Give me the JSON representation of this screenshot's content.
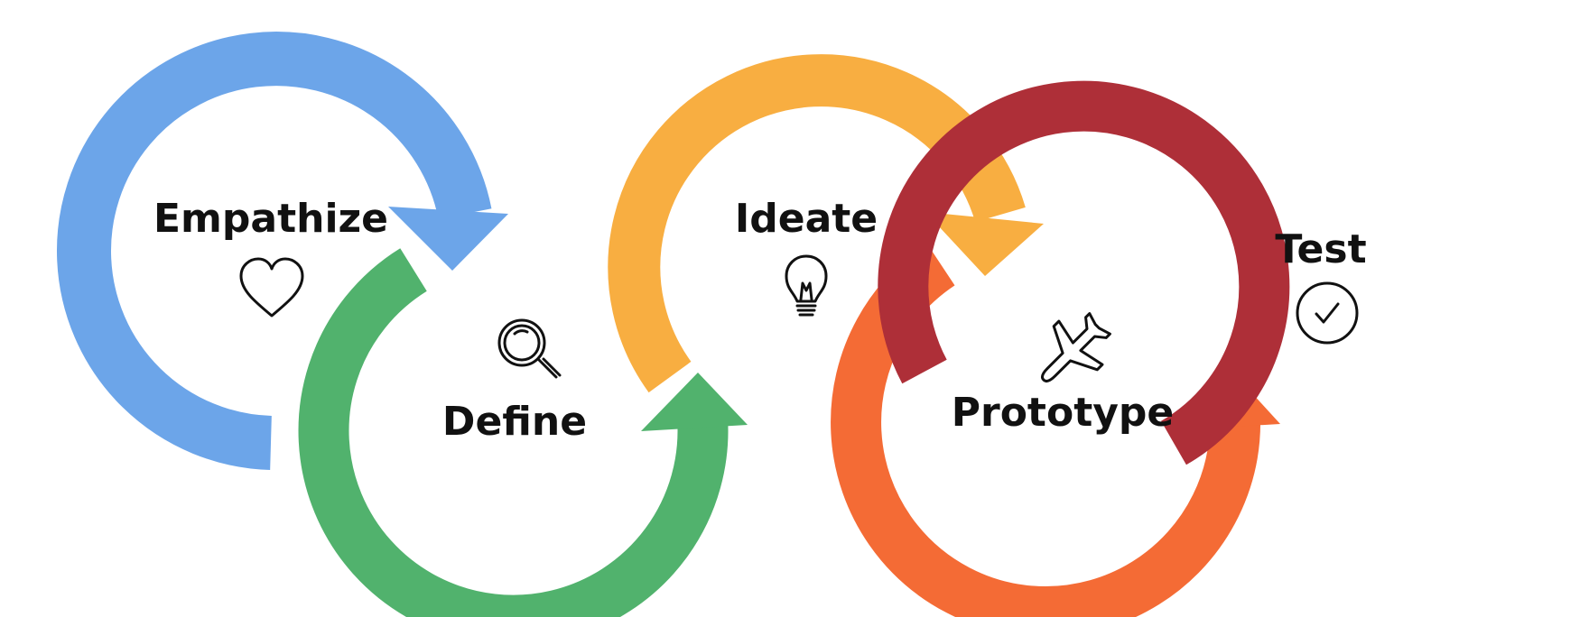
{
  "stages": [
    {
      "id": "empathize",
      "label": "Empathize",
      "icon": "heart-icon",
      "color": "#6CA5E9"
    },
    {
      "id": "define",
      "label": "Define",
      "icon": "magnifier-icon",
      "color": "#51B26D"
    },
    {
      "id": "ideate",
      "label": "Ideate",
      "icon": "lightbulb-icon",
      "color": "#F8AE41"
    },
    {
      "id": "prototype",
      "label": "Prototype",
      "icon": "airplane-icon",
      "color": "#F46B35"
    },
    {
      "id": "test",
      "label": "Test",
      "icon": "check-circle-icon",
      "color": "#AE2F38"
    }
  ]
}
